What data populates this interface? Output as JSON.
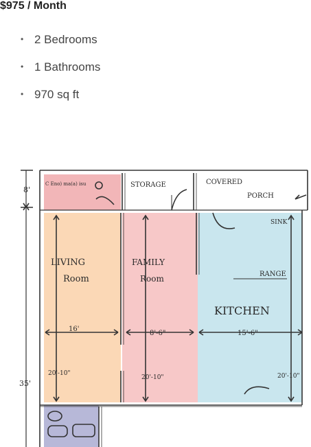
{
  "listing": {
    "price": "$975 / Month",
    "features": [
      "2 Bedrooms",
      "1 Bathrooms",
      "970 sq ft"
    ]
  },
  "floorplan": {
    "rooms": {
      "closet": "C  Eno)  ma(a) isu",
      "storage": "STORAGE",
      "porch_line1": "COVERED",
      "porch_line2": "PORCH",
      "living_line1": "LIVING",
      "living_line2": "Room",
      "family_line1": "FAMILY",
      "family_line2": "Room",
      "kitchen": "KITCHEN",
      "sink": "SINK",
      "range": "RANGE"
    },
    "dimensions": {
      "top_height": "8'",
      "total_height": "35'",
      "living_width": "16'",
      "family_width": "8'-6\"",
      "kitchen_width": "15'-6\"",
      "living_depth": "20'-10\"",
      "family_depth": "20'-10\"",
      "kitchen_depth": "20'-10\""
    },
    "colors": {
      "closet": "#f2b6b8",
      "living": "#fbd8b6",
      "family": "#f7c8c8",
      "kitchen": "#c9e6ee",
      "bath": "#b7b8d8"
    }
  }
}
